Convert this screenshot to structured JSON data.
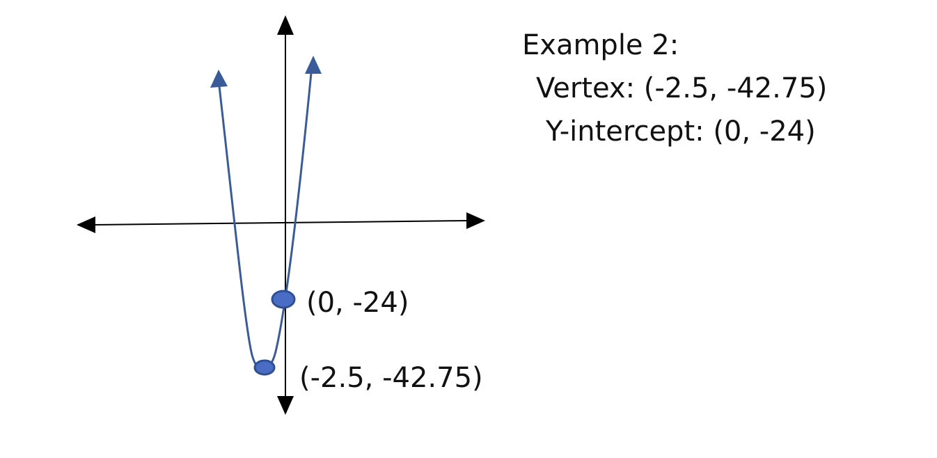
{
  "example": {
    "title": "Example 2:",
    "vertex_line": "Vertex: (-2.5, -42.75)",
    "intercept_line": "Y-intercept: (0, -24)"
  },
  "points": {
    "intercept_label": "(0, -24)",
    "vertex_label": "(-2.5, -42.75)"
  },
  "colors": {
    "curve": "#3a5a98",
    "point_fill": "#4a6cc4",
    "axes": "#000000"
  }
}
